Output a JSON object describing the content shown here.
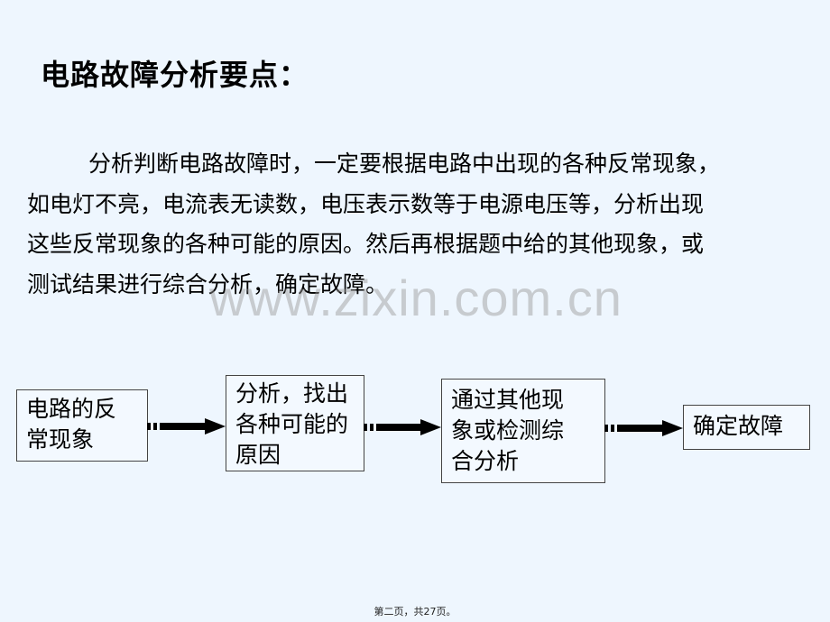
{
  "title": "电路故障分析要点：",
  "paragraph": [
    "分析判断电路故障时，一定要根据电路中出现的各种反常现象，",
    "如电灯不亮，电流表无读数，电压表示数等于电源电压等，分析出现",
    "这些反常现象的各种可能的原因。然后再根据题中给的其他现象，或",
    "测试结果进行综合分析，确定故障。"
  ],
  "watermark": "www.zixin.com.cn",
  "flow": [
    {
      "lines": [
        "电路的反",
        "常现象"
      ]
    },
    {
      "lines": [
        "分析，找出",
        "各种可能的",
        "原因"
      ]
    },
    {
      "lines": [
        "通过其他现",
        "象或检测综",
        "合分析"
      ]
    },
    {
      "lines": [
        "确定故障"
      ]
    }
  ],
  "footer": "第二页，共27页。"
}
